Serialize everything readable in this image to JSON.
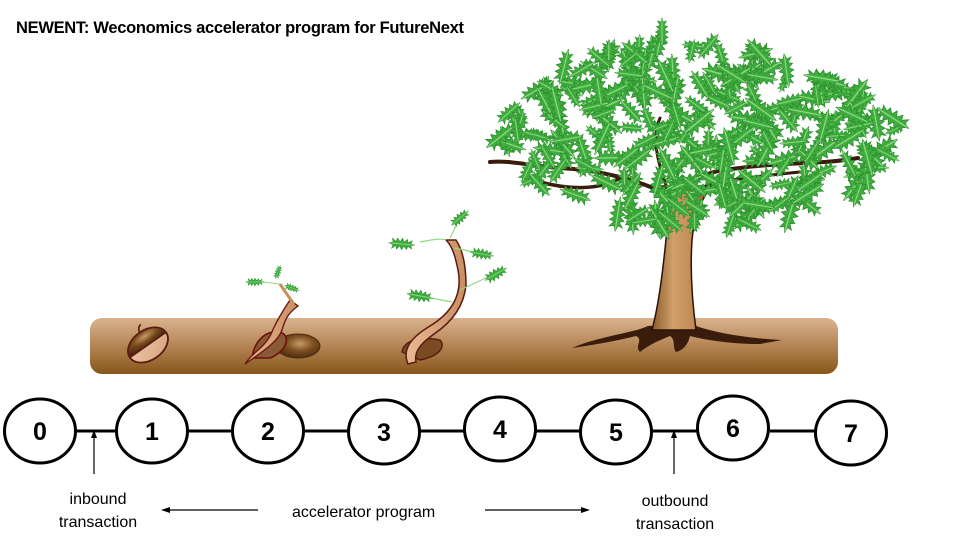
{
  "title": "NEWENT: Weconomics accelerator program for FutureNext",
  "illustration": {
    "stages": [
      "acorn-icon",
      "sprouting-acorn-icon",
      "seedling-icon",
      "oak-tree-icon"
    ],
    "colors": {
      "soil_top": "#d3ab85",
      "soil_bottom": "#8a5a1e",
      "leaf": "#3aa83a",
      "leaf_light": "#7ccf68",
      "bark": "#c8935a",
      "outline": "#3b1c0c"
    }
  },
  "timeline": {
    "nodes": [
      "0",
      "1",
      "2",
      "3",
      "4",
      "5",
      "6",
      "7"
    ],
    "inbound_label_line1": "inbound",
    "inbound_label_line2": "transaction",
    "outbound_label_line1": "outbound",
    "outbound_label_line2": "transaction",
    "program_label": "accelerator program"
  }
}
